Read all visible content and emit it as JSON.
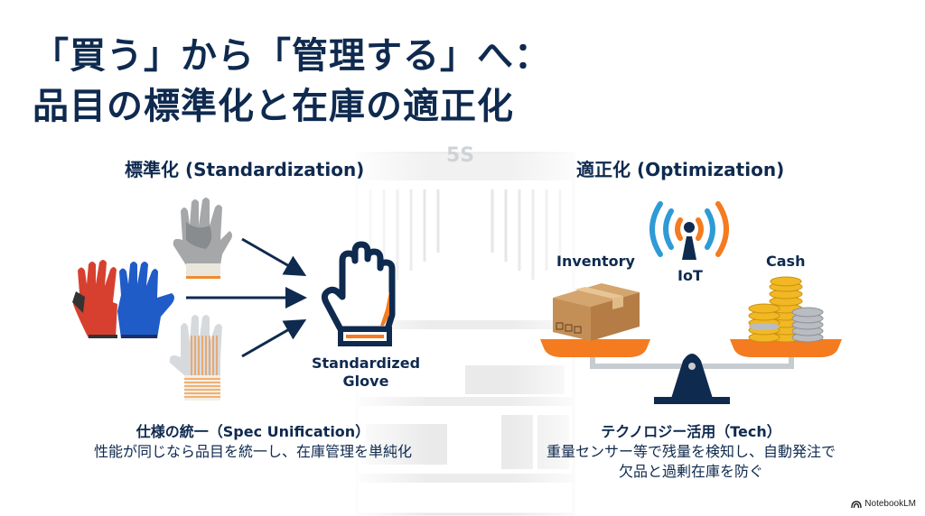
{
  "title": {
    "line1": "「買う」から「管理する」へ：",
    "line2": "品目の標準化と在庫の適正化"
  },
  "background": {
    "shelf_sign": "5S"
  },
  "left_section": {
    "heading": "標準化 (Standardization)",
    "result_label_line1": "Standardized",
    "result_label_line2": "Glove",
    "description_title": "仕様の統一（Spec Unification）",
    "description_body": "性能が同じなら品目を統一し、在庫管理を単純化",
    "icons": [
      "work-gloves-red-blue",
      "work-glove-gray-coated",
      "work-glove-leather-striped",
      "arrow-right",
      "standardized-glove-icon"
    ]
  },
  "right_section": {
    "heading": "適正化 (Optimization)",
    "inventory_label": "Inventory",
    "iot_label": "IoT",
    "cash_label": "Cash",
    "description_title": "テクノロジー活用（Tech）",
    "description_line1": "重量センサー等で残量を検知し、自動発注で",
    "description_line2": "欠品と過剰在庫を防ぐ",
    "icons": [
      "cardboard-box",
      "iot-signal-icon",
      "coin-stacks",
      "balance-scale"
    ]
  },
  "colors": {
    "navy": "#0f2a4f",
    "orange": "#f47b20",
    "blue": "#2e9bd6",
    "gold": "#f2b824",
    "silver": "#b9bcc1"
  },
  "footer": {
    "brand": "NotebookLM"
  }
}
